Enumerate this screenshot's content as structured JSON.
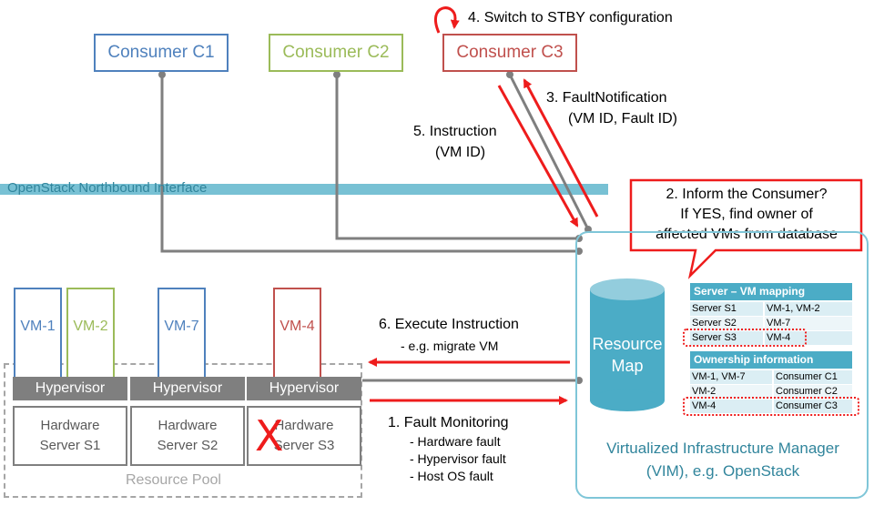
{
  "consumers": [
    {
      "label": "Consumer C1",
      "color": "#4f81bd"
    },
    {
      "label": "Consumer C2",
      "color": "#9bbb59"
    },
    {
      "label": "Consumer C3",
      "color": "#c0504d"
    }
  ],
  "interface_label": "OpenStack Northbound Interface",
  "steps": {
    "step1_title": "1. Fault Monitoring",
    "step1_items": [
      "- Hardware fault",
      "- Hypervisor fault",
      "- Host OS fault"
    ],
    "step2_lines": [
      "2. Inform the Consumer?",
      "If YES, find owner of",
      "affected VMs from database"
    ],
    "step3_lines": [
      "3. FaultNotification",
      "(VM ID, Fault ID)"
    ],
    "step4": "4. Switch to STBY configuration",
    "step5_lines": [
      "5. Instruction",
      "(VM ID)"
    ],
    "step6_lines": [
      "6. Execute Instruction",
      "- e.g. migrate VM"
    ]
  },
  "vms": [
    {
      "label": "VM-1",
      "color": "#4f81bd"
    },
    {
      "label": "VM-2",
      "color": "#9bbb59"
    },
    {
      "label": "VM-7",
      "color": "#4f81bd"
    },
    {
      "label": "VM-4",
      "color": "#c0504d"
    }
  ],
  "hypervisor_label": "Hypervisor",
  "servers": [
    {
      "line1": "Hardware",
      "line2": "Server S1"
    },
    {
      "line1": "Hardware",
      "line2": "Server S2"
    },
    {
      "line1": "Hardware",
      "line2": "Server S3"
    }
  ],
  "fault_mark": "X",
  "resource_pool_label": "Resource Pool",
  "resource_map_lines": [
    "Resource",
    "Map"
  ],
  "server_vm_table": {
    "title": "Server – VM mapping",
    "rows": [
      [
        "Server S1",
        "VM-1, VM-2"
      ],
      [
        "Server S2",
        "VM-7"
      ],
      [
        "Server S3",
        "VM-4"
      ]
    ]
  },
  "ownership_table": {
    "title": "Ownership information",
    "rows": [
      [
        "VM-1, VM-7",
        "Consumer C1"
      ],
      [
        "VM-2",
        "Consumer C2"
      ],
      [
        "VM-4",
        "Consumer C3"
      ]
    ]
  },
  "vim_lines": [
    "Virtualized Infrastructure Manager",
    "(VIM), e.g. OpenStack"
  ],
  "colors": {
    "arrow": "#ee1c1c",
    "line": "#7f7f7f",
    "accent": "#4bacc6",
    "vim_text": "#31859c"
  }
}
